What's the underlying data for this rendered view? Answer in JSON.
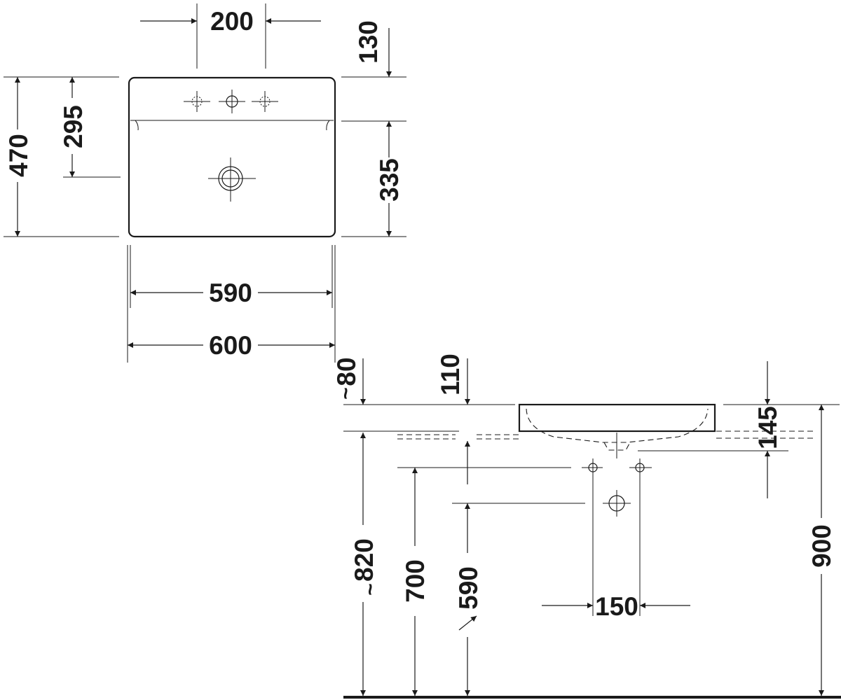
{
  "top_view": {
    "tap_spacing": "200",
    "deck_depth": "130",
    "overall_depth": "470",
    "waste_from_back": "295",
    "waste_from_front": "335",
    "inner_width": "590",
    "overall_width": "600"
  },
  "side_view": {
    "approx_80": "80",
    "dim_110": "110",
    "dim_145": "145",
    "approx_820": "820",
    "dim_700": "700",
    "dim_590": "590",
    "tap_spacing": "150",
    "dim_900": "900",
    "approx_symbol": "~"
  }
}
